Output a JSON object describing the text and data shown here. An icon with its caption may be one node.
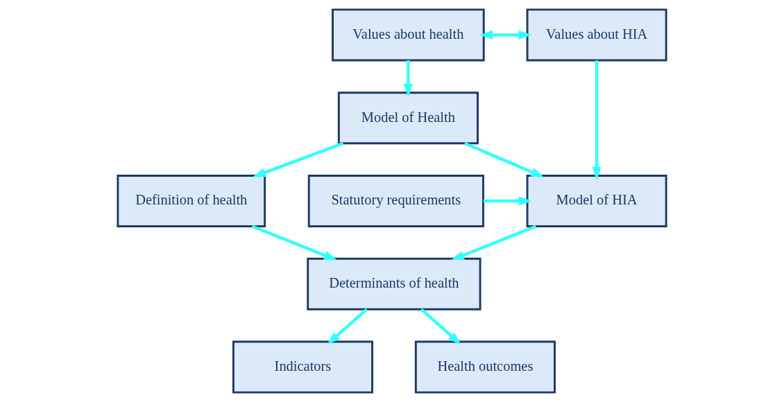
{
  "diagram": {
    "nodes": [
      {
        "text": [
          "Values about health"
        ]
      },
      {
        "text": [
          "Values about HIA"
        ]
      },
      {
        "text": [
          "Model of Health"
        ]
      },
      {
        "text": [
          "Definition of health"
        ]
      },
      {
        "text": [
          "Model of HIA"
        ]
      },
      {
        "text": [
          "Statutory requirements"
        ]
      },
      {
        "text": [
          "Determinants of health"
        ]
      },
      {
        "text": [
          "Indicators"
        ]
      },
      {
        "text": [
          "Health outcomes"
        ]
      }
    ],
    "edges": [
      {
        "from": 0,
        "to": 1,
        "arrow": "both"
      },
      {
        "from": 0,
        "to": 2,
        "arrow": "to"
      },
      {
        "from": 1,
        "to": 4,
        "arrow": "to"
      },
      {
        "from": 2,
        "to": 3,
        "arrow": "to"
      },
      {
        "from": 2,
        "to": 4,
        "arrow": "to"
      },
      {
        "from": 5,
        "to": 4,
        "arrow": "to"
      },
      {
        "from": 3,
        "to": 6,
        "arrow": "to"
      },
      {
        "from": 4,
        "to": 6,
        "arrow": "to"
      },
      {
        "from": 6,
        "to": 7,
        "arrow": "to"
      },
      {
        "from": 6,
        "to": 8,
        "arrow": "to"
      }
    ]
  }
}
